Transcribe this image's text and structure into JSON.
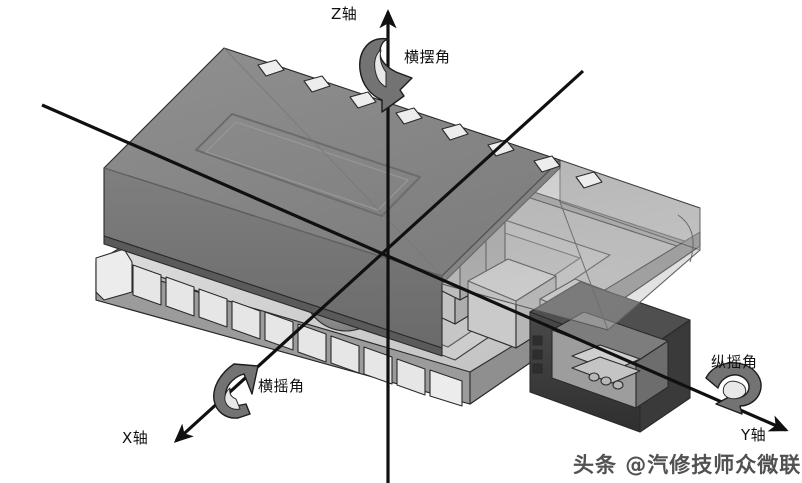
{
  "figure": {
    "subject": "automotive-ecu-sensor-module-cutaway",
    "description": "3D cutaway illustration of an electronic control module with body-fixed coordinate axes and rotation angles"
  },
  "axes": [
    {
      "id": "z",
      "label": "Z轴",
      "direction": "up"
    },
    {
      "id": "x",
      "label": "X轴",
      "direction": "down-left"
    },
    {
      "id": "y",
      "label": "Y轴",
      "direction": "down-right"
    }
  ],
  "rotations": [
    {
      "id": "yaw",
      "label": "横摆角",
      "about_axis": "Z轴"
    },
    {
      "id": "roll",
      "label": "横摇角",
      "about_axis": "X轴"
    },
    {
      "id": "pitch",
      "label": "纵摇角",
      "about_axis": "Y轴"
    }
  ],
  "watermark": {
    "text": "头条 @汽修技师众微联"
  },
  "colors": {
    "background": "#ffffff",
    "axis_line": "#101010",
    "arrow_fill": "#6f6f6f",
    "arrow_stroke": "#1a1a1a",
    "cover_top": "#8a8a8a",
    "cover_side": "#7a7a7a",
    "cover_dark": "#5e5e5e",
    "base_light": "#d8d8d8",
    "base_mid": "#b4b4b4",
    "connector_dark": "#3c3c3c",
    "outline": "#2a2a2a",
    "text": "#111111"
  }
}
